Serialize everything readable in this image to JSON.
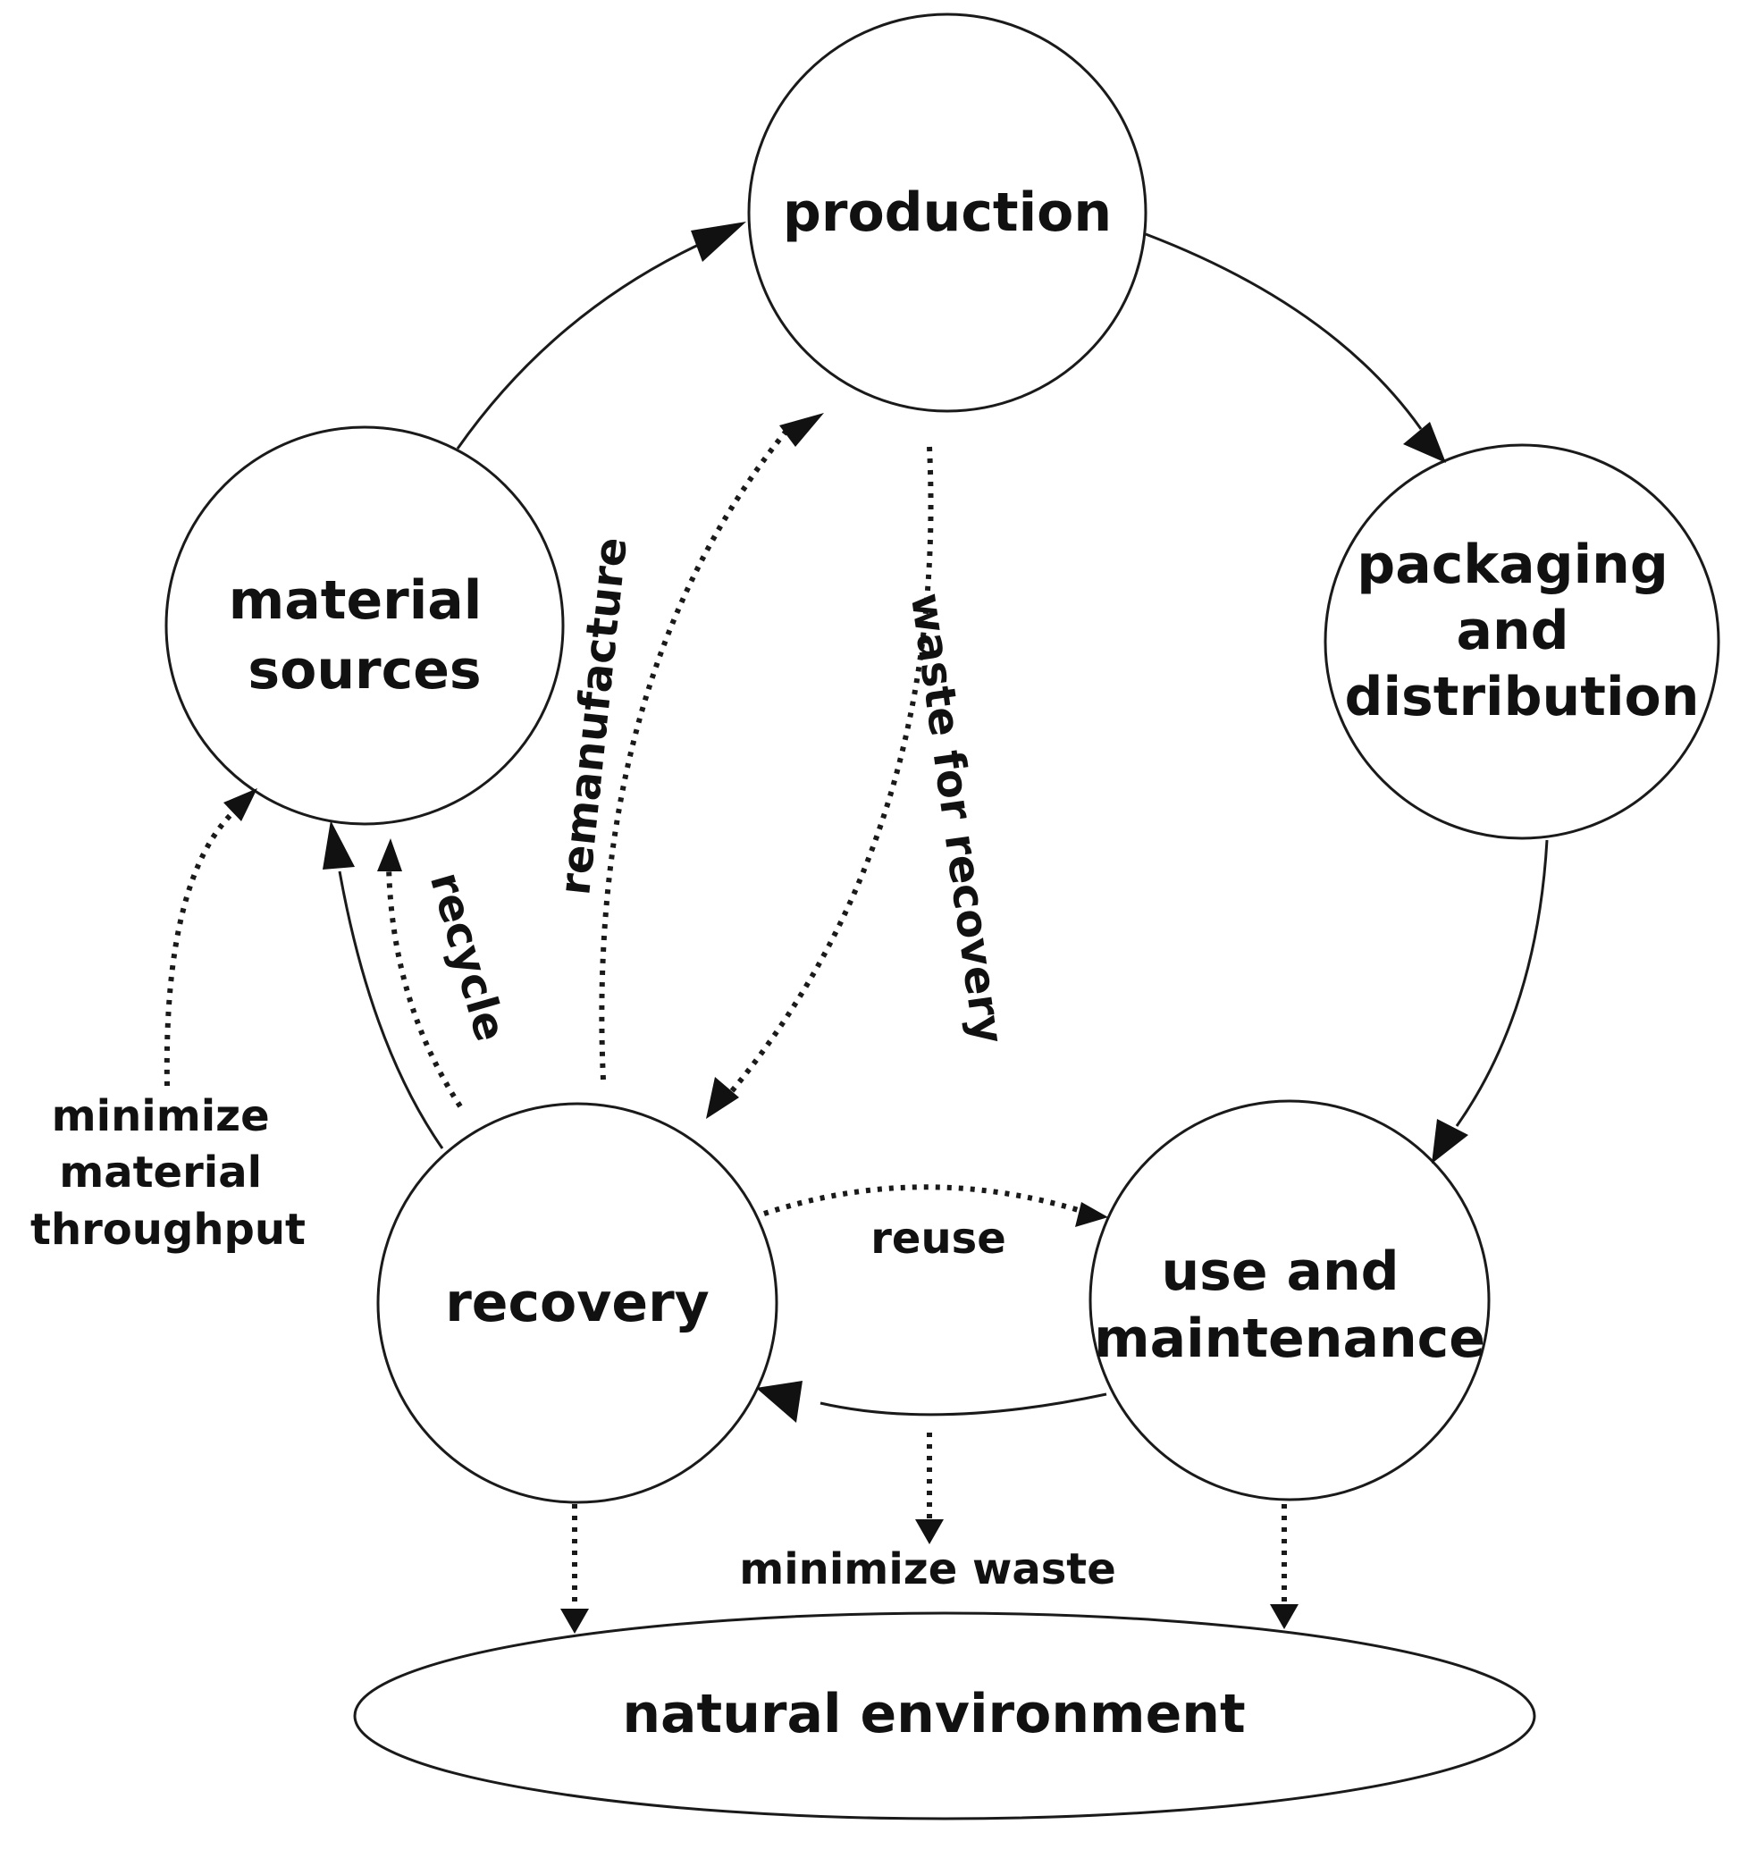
{
  "nodes": {
    "production": {
      "lines": [
        "production"
      ]
    },
    "packaging": {
      "lines": [
        "packaging",
        "and",
        "distribution"
      ]
    },
    "use": {
      "lines": [
        "use and",
        "maintenance"
      ]
    },
    "recovery": {
      "lines": [
        "recovery"
      ]
    },
    "material": {
      "lines": [
        "material",
        "sources"
      ]
    },
    "environment": {
      "lines": [
        "natural environment"
      ]
    }
  },
  "edge_labels": {
    "remanufacture": "remanufacture",
    "waste_for_recovery": "waste for recovery",
    "recycle": "recycle",
    "reuse": "reuse",
    "minimize_waste": "minimize waste",
    "minimize_throughput": [
      "minimize",
      "material",
      "throughput"
    ]
  },
  "colors": {
    "stroke": "#1a1a1a",
    "text": "#111111",
    "fill": "#ffffff"
  }
}
